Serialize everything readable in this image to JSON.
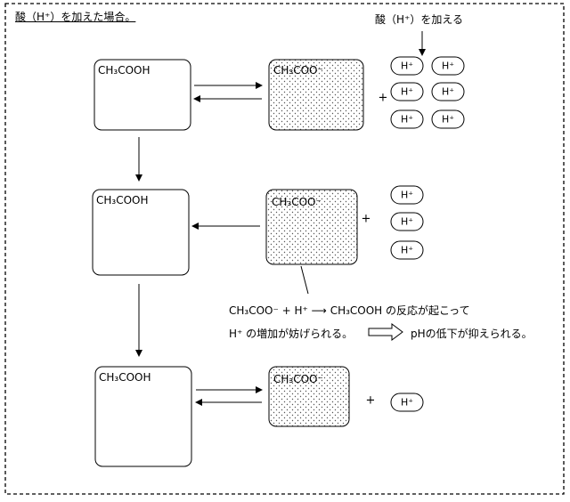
{
  "title": "酸（H⁺）を加えた場合。",
  "add_label": "酸（H⁺）を加える",
  "acid_label": "CH₃COOH",
  "base_label": "CH₃COO⁻",
  "hplus_label": "H⁺",
  "plus_sign": "+",
  "reaction_line": "CH₃COO⁻ + H⁺ ⟶ CH₃COOH の反応が起こって",
  "result_left": "H⁺ の増加が妨げられる。",
  "result_right": "pHの低下が抑えられる。",
  "stages": [
    {
      "name": "initial",
      "hplus_count": 6
    },
    {
      "name": "after-adding-acid",
      "hplus_count": 3
    },
    {
      "name": "equilibrium-restored",
      "hplus_count": 1
    }
  ]
}
